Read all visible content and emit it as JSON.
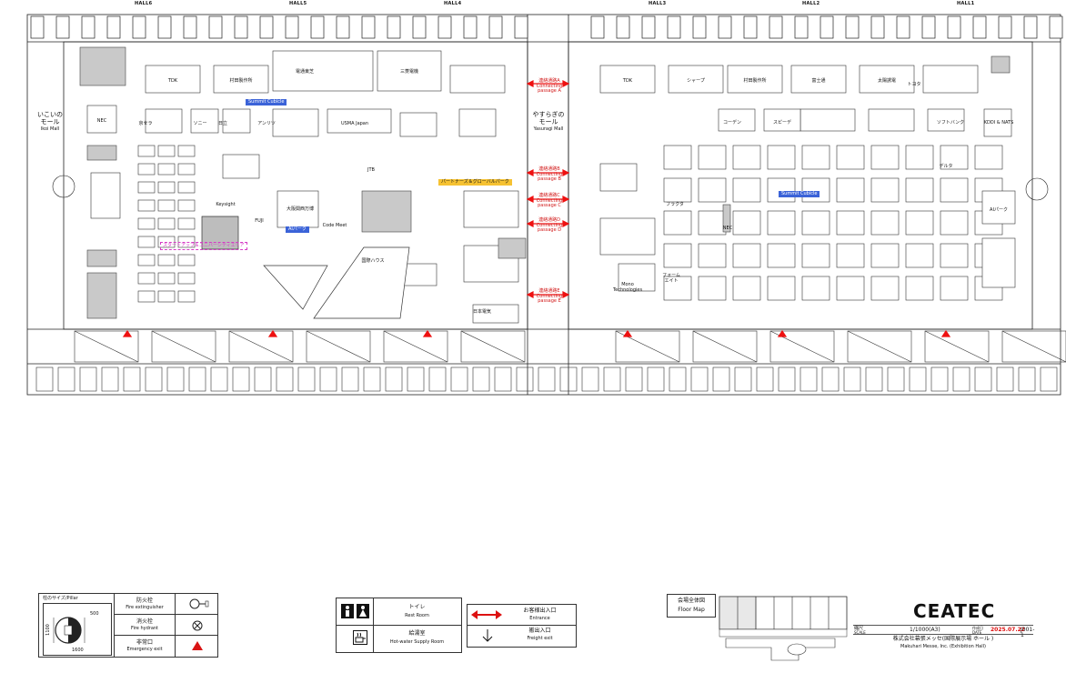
{
  "halls": [
    {
      "name": "HALL6"
    },
    {
      "name": "HALL5"
    },
    {
      "name": "HALL4"
    },
    {
      "name": "HALL3"
    },
    {
      "name": "HALL2"
    },
    {
      "name": "HALL1"
    }
  ],
  "malls": {
    "ikoi": {
      "jp": "いこいの\nモール",
      "en": "Ikoi Mall"
    },
    "yasuragi": {
      "jp": "やすらぎの\nモール",
      "en": "Yasuragi Mall"
    }
  },
  "connecting_passages": [
    {
      "jp": "連絡通路A",
      "en": "Connecting\npassage A"
    },
    {
      "jp": "連絡通路B",
      "en": "Connecting\npassage B"
    },
    {
      "jp": "連絡通路C",
      "en": "Connecting\npassage C"
    },
    {
      "jp": "連絡通路D",
      "en": "Connecting\npassage D"
    },
    {
      "jp": "連絡通路E",
      "en": "Connecting\npassage E"
    }
  ],
  "tags": {
    "partners": "パートナーズ＆グローバルパーク",
    "summit_left": "Summit Cubicle",
    "summit_right": "Summit Cubicle",
    "pink": "スタートアップ＆ユニバーシティエリア",
    "blue_small": "AIパーク"
  },
  "booths_left": [
    {
      "t": "NEC"
    },
    {
      "t": "TDK"
    },
    {
      "t": "京セラ"
    },
    {
      "t": "村田製作所"
    },
    {
      "t": "電通"
    },
    {
      "t": "ソニー"
    },
    {
      "t": "日立"
    },
    {
      "t": "東芝"
    },
    {
      "t": "三菱電機"
    },
    {
      "t": "アンリツ"
    },
    {
      "t": "USMA Japan"
    },
    {
      "t": "JTB"
    },
    {
      "t": "Code Meet"
    },
    {
      "t": "国際ハウス"
    },
    {
      "t": "Keysight"
    },
    {
      "t": "FUJI"
    },
    {
      "t": "大阪関西万博"
    },
    {
      "t": "日本電気"
    }
  ],
  "booths_right": [
    {
      "t": "シャープ"
    },
    {
      "t": "TDK"
    },
    {
      "t": "村田製作所"
    },
    {
      "t": "富士通"
    },
    {
      "t": "太陽誘電"
    },
    {
      "t": "コーデン"
    },
    {
      "t": "スピーデ"
    },
    {
      "t": "KDDI & NATS"
    },
    {
      "t": "AIパーク"
    },
    {
      "t": "フラクタ"
    },
    {
      "t": "NEC"
    },
    {
      "t": "ソフトバンク"
    },
    {
      "t": "トヨタ"
    },
    {
      "t": "デルタ"
    },
    {
      "t": "Mono\nTechnologies"
    },
    {
      "t": "フォーム\nエイト"
    }
  ],
  "legend_pillar": {
    "title": "柱のサイズ/Pillar",
    "dim_w": "500",
    "dim_h": "1100",
    "dim_b": "1600"
  },
  "legend_fire": [
    {
      "jp": "防火栓",
      "en": "Fire extinguisher"
    },
    {
      "jp": "消火栓",
      "en": "Fire hydrant"
    },
    {
      "jp": "非常口",
      "en": "Emergency exit"
    }
  ],
  "legend_facility": [
    {
      "jp": "トイレ",
      "en": "Rest Room"
    },
    {
      "jp": "給湯室",
      "en": "Hot-water Supply Room"
    }
  ],
  "legend_entrance": [
    {
      "jp": "お客様出入口",
      "en": "Entrance"
    },
    {
      "jp": "搬出入口",
      "en": "Freight exit"
    }
  ],
  "overview": {
    "jp": "会場全体図",
    "en": "Floor Map"
  },
  "title_block": {
    "brand": "CEATEC",
    "scale_label_jp": "縮尺",
    "scale_label_en": "SCALE",
    "scale": "1/1000(A3)",
    "date_label_jp": "作成日",
    "date_label_en": "DATE",
    "date": "2025.07.22",
    "code": "J001-1",
    "venue_jp": "株式会社幕張メッセ(国際展示場 ホール )",
    "venue_en": "Makuhari Messe, Inc. (Exhibition Hall)"
  }
}
